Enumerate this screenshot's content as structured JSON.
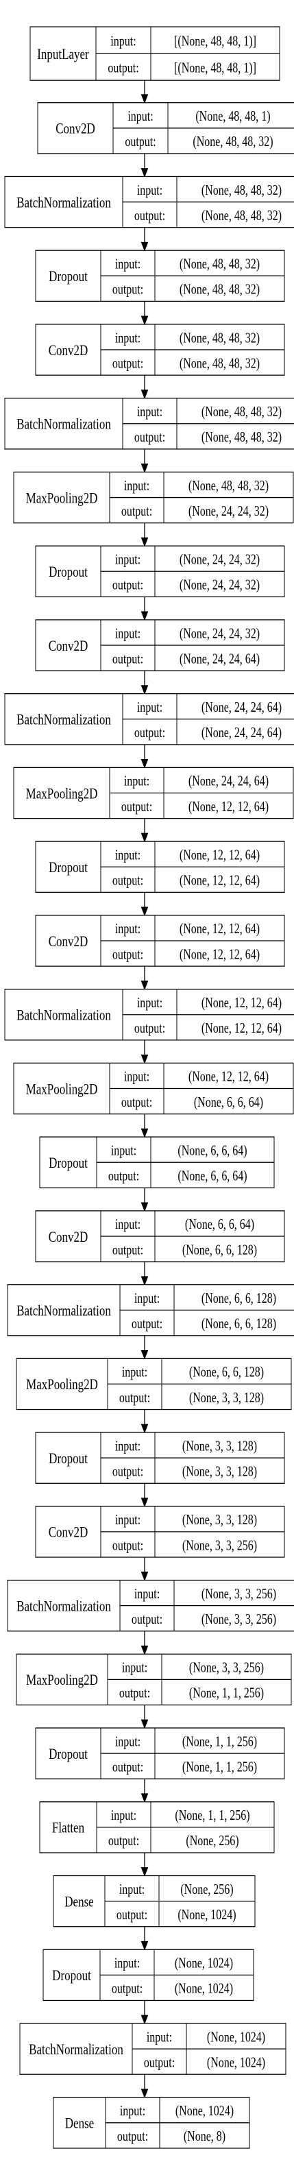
{
  "layers": [
    {
      "name": "InputLayer",
      "input": "[(None, 48, 48, 1)]",
      "output": "[(None, 48, 48, 1)]"
    },
    {
      "name": "Conv2D",
      "input": "(None, 48, 48, 1)",
      "output": "(None, 48, 48, 32)"
    },
    {
      "name": "BatchNormalization",
      "input": "(None, 48, 48, 32)",
      "output": "(None, 48, 48, 32)"
    },
    {
      "name": "Dropout",
      "input": "(None, 48, 48, 32)",
      "output": "(None, 48, 48, 32)"
    },
    {
      "name": "Conv2D",
      "input": "(None, 48, 48, 32)",
      "output": "(None, 48, 48, 32)"
    },
    {
      "name": "BatchNormalization",
      "input": "(None, 48, 48, 32)",
      "output": "(None, 48, 48, 32)"
    },
    {
      "name": "MaxPooling2D",
      "input": "(None, 48, 48, 32)",
      "output": "(None, 24, 24, 32)"
    },
    {
      "name": "Dropout",
      "input": "(None, 24, 24, 32)",
      "output": "(None, 24, 24, 32)"
    },
    {
      "name": "Conv2D",
      "input": "(None, 24, 24, 32)",
      "output": "(None, 24, 24, 64)"
    },
    {
      "name": "BatchNormalization",
      "input": "(None, 24, 24, 64)",
      "output": "(None, 24, 24, 64)"
    },
    {
      "name": "MaxPooling2D",
      "input": "(None, 24, 24, 64)",
      "output": "(None, 12, 12, 64)"
    },
    {
      "name": "Dropout",
      "input": "(None, 12, 12, 64)",
      "output": "(None, 12, 12, 64)"
    },
    {
      "name": "Conv2D",
      "input": "(None, 12, 12, 64)",
      "output": "(None, 12, 12, 64)"
    },
    {
      "name": "BatchNormalization",
      "input": "(None, 12, 12, 64)",
      "output": "(None, 12, 12, 64)"
    },
    {
      "name": "MaxPooling2D",
      "input": "(None, 12, 12, 64)",
      "output": "(None, 6, 6, 64)"
    },
    {
      "name": "Dropout",
      "input": "(None, 6, 6, 64)",
      "output": "(None, 6, 6, 64)"
    },
    {
      "name": "Conv2D",
      "input": "(None, 6, 6, 64)",
      "output": "(None, 6, 6, 128)"
    },
    {
      "name": "BatchNormalization",
      "input": "(None, 6, 6, 128)",
      "output": "(None, 6, 6, 128)"
    },
    {
      "name": "MaxPooling2D",
      "input": "(None, 6, 6, 128)",
      "output": "(None, 3, 3, 128)"
    },
    {
      "name": "Dropout",
      "input": "(None, 3, 3, 128)",
      "output": "(None, 3, 3, 128)"
    },
    {
      "name": "Conv2D",
      "input": "(None, 3, 3, 128)",
      "output": "(None, 3, 3, 256)"
    },
    {
      "name": "BatchNormalization",
      "input": "(None, 3, 3, 256)",
      "output": "(None, 3, 3, 256)"
    },
    {
      "name": "MaxPooling2D",
      "input": "(None, 3, 3, 256)",
      "output": "(None, 1, 1, 256)"
    },
    {
      "name": "Dropout",
      "input": "(None, 1, 1, 256)",
      "output": "(None, 1, 1, 256)"
    },
    {
      "name": "Flatten",
      "input": "(None, 1, 1, 256)",
      "output": "(None, 256)"
    },
    {
      "name": "Dense",
      "input": "(None, 256)",
      "output": "(None, 1024)"
    },
    {
      "name": "Dropout",
      "input": "(None, 1024)",
      "output": "(None, 1024)"
    },
    {
      "name": "BatchNormalization",
      "input": "(None, 1024)",
      "output": "(None, 1024)"
    },
    {
      "name": "Dense",
      "input": "(None, 1024)",
      "output": "(None, 8)"
    }
  ],
  "port_labels": {
    "input": "input:",
    "output": "output:"
  },
  "colors": {
    "stroke": "#000000",
    "background": "#ffffff"
  }
}
